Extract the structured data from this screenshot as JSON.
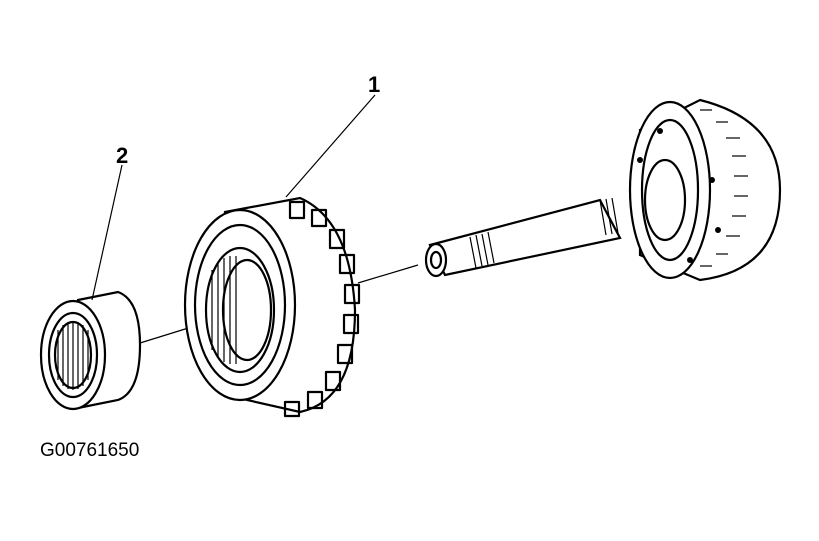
{
  "diagram": {
    "callouts": [
      {
        "id": "1",
        "label": "1"
      },
      {
        "id": "2",
        "label": "2"
      }
    ],
    "figure_code": "G00761650"
  }
}
